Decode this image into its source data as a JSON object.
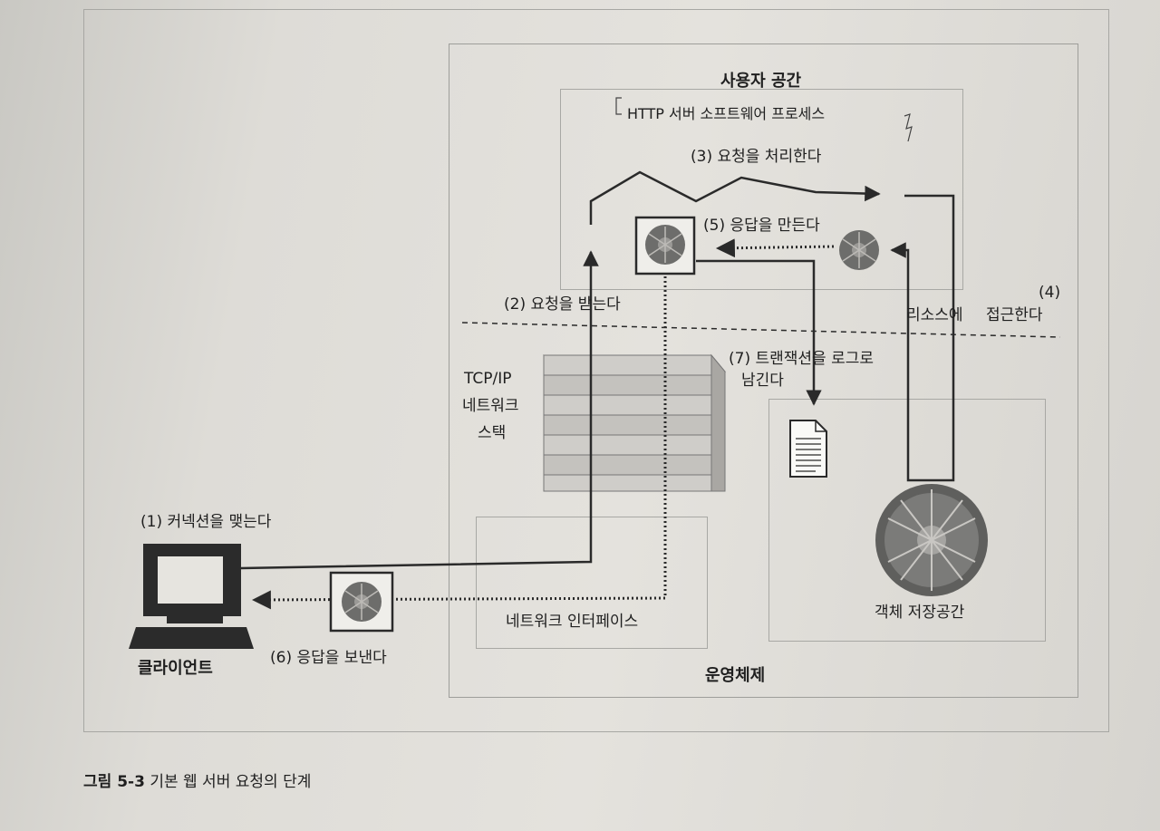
{
  "diagram": {
    "regions": {
      "user_space": "사용자 공간",
      "http_process": "HTTP 서버 소프트웨어 프로세스",
      "operating_system": "운영체제",
      "network_interface": "네트워크 인터페이스",
      "object_store": "객체 저장공간",
      "tcpip_stack_line1": "TCP/IP",
      "tcpip_stack_line2": "네트워크",
      "tcpip_stack_line3": "스택"
    },
    "client_label": "클라이언트",
    "steps": {
      "s1": "(1) 커넥션을 맺는다",
      "s2": "(2) 요청을 받는다",
      "s3": "(3) 요청을 처리한다",
      "s4_num": "(4)",
      "s4_text_a": "리소스에",
      "s4_text_b": "접근한다",
      "s5": "(5) 응답을 만든다",
      "s6": "(6) 응답을 보낸다",
      "s7_line1": "(7) 트랜잭션을 로그로",
      "s7_line2": "남긴다"
    }
  },
  "caption": {
    "figure_number": "그림 5-3",
    "title": "기본 웹 서버 요청의 단계"
  },
  "colors": {
    "line": "#2a2a2a",
    "page_background": "#e0ded9",
    "gear": "#6d6d6b"
  }
}
